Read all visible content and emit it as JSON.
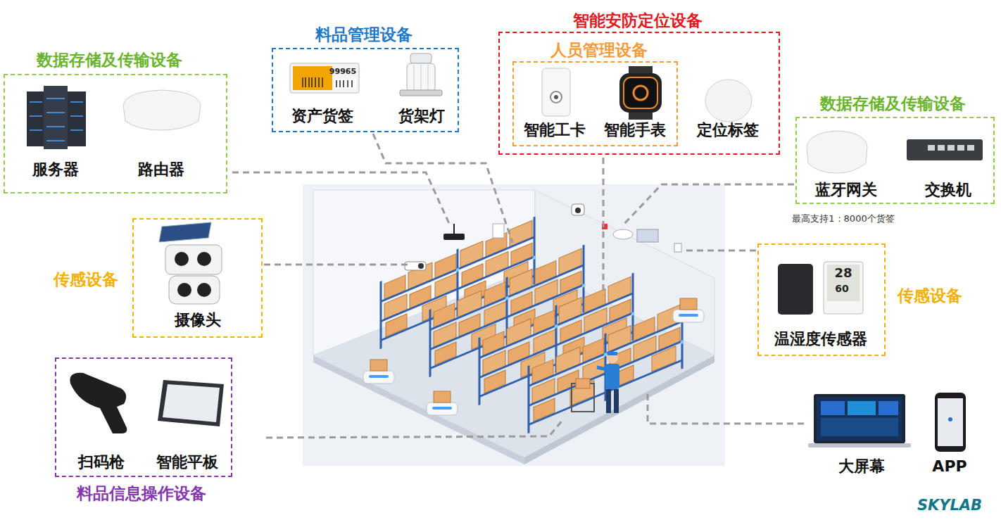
{
  "diagram": {
    "nodes": [
      {
        "text": [
          "数据存储及传输设备",
          "服务器",
          "路由器"
        ]
      },
      {
        "text": [
          "料品管理设备",
          "资产货签",
          "货架灯"
        ]
      },
      {
        "text": [
          "智能安防定位设备",
          "定位标签"
        ]
      },
      {
        "text": [
          "人员管理设备",
          "智能工卡",
          "智能手表"
        ],
        "in": 2
      },
      {
        "text": [
          "数据存储及传输设备",
          "蓝牙网关",
          "交换机"
        ]
      },
      {
        "text": [
          "传感设备",
          "摄像头"
        ]
      },
      {
        "text": [
          "温湿度传感器",
          "传感设备"
        ]
      },
      {
        "text": [
          "扫码枪",
          "智能平板",
          "料品信息操作设备"
        ]
      }
    ],
    "labels": [
      "最高支持1：8000个货签",
      "99965",
      "28",
      "60",
      "大屏幕",
      "APP",
      "SKYLAB"
    ]
  }
}
